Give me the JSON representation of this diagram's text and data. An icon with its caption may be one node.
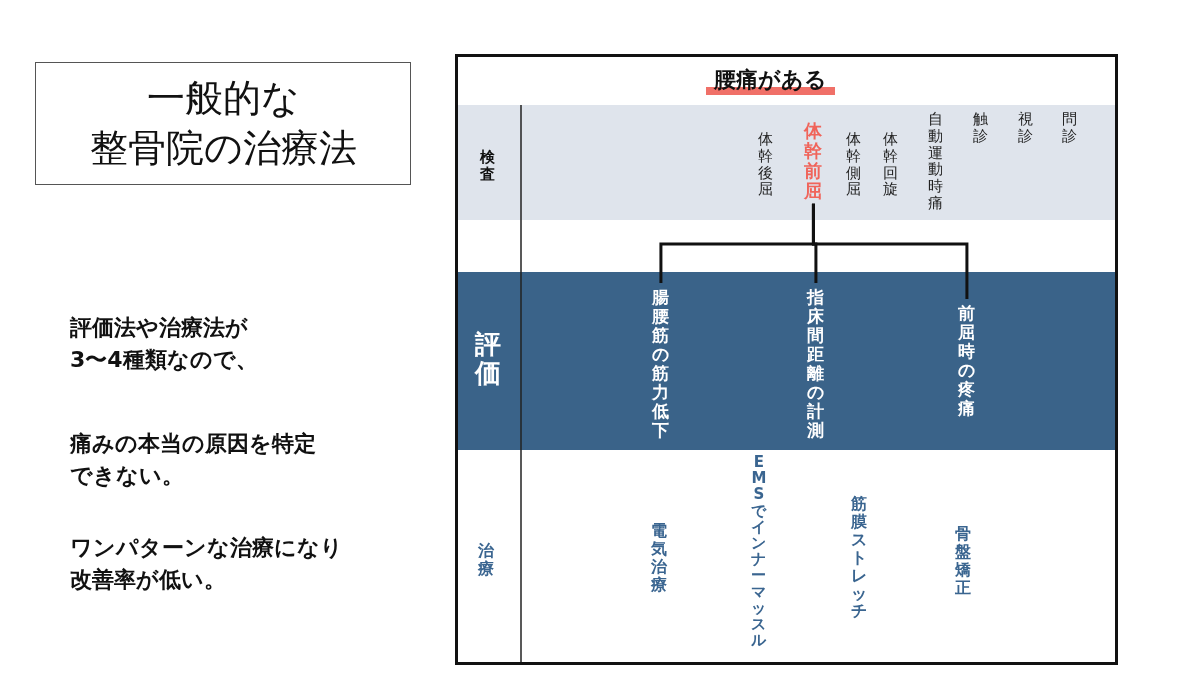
{
  "diagram": {
    "nodes": [
      {
        "text": [
          "一般的な",
          "整骨院の治療法"
        ]
      },
      {
        "text": [
          "腰痛がある"
        ]
      },
      {
        "text": [
          "検査"
        ],
        "in": 1
      },
      {
        "text": [
          "問診"
        ],
        "in": 2
      },
      {
        "text": [
          "視診"
        ],
        "in": 2
      },
      {
        "text": [
          "触診"
        ],
        "in": 2
      },
      {
        "text": [
          "自動運動時痛"
        ],
        "in": 2
      },
      {
        "text": [
          "体幹回旋"
        ],
        "in": 2
      },
      {
        "text": [
          "体幹側屈"
        ],
        "in": 2
      },
      {
        "text": [
          "体幹前屈"
        ],
        "in": 2
      },
      {
        "text": [
          "体幹後屈"
        ],
        "in": 2
      },
      {
        "text": [
          "評価"
        ],
        "in": 1
      },
      {
        "text": [
          "前屈時の疼痛"
        ],
        "in": 11
      },
      {
        "text": [
          "指床間距離の計測"
        ],
        "in": 11
      },
      {
        "text": [
          "腸腰筋の筋力低下"
        ],
        "in": 11
      },
      {
        "text": [
          "治療"
        ],
        "in": 1
      },
      {
        "text": [
          "骨盤矯正"
        ],
        "in": 15
      },
      {
        "text": [
          "筋膜ストレッチ"
        ],
        "in": 15
      },
      {
        "text": [
          "EMSでインナーマッスル"
        ],
        "in": 15
      },
      {
        "text": [
          "電気治療"
        ],
        "in": 15
      }
    ],
    "edges": [
      {
        "from": 9,
        "to": 14,
        "arrow": "none"
      },
      {
        "from": 9,
        "to": 13,
        "arrow": "none"
      },
      {
        "from": 9,
        "to": 12,
        "arrow": "none"
      }
    ],
    "labels": [
      "評価法や治療法が3〜4種類なので、",
      "痛みの本当の原因を特定できない。",
      "ワンパターンな治療になり改善率が低い。"
    ]
  }
}
